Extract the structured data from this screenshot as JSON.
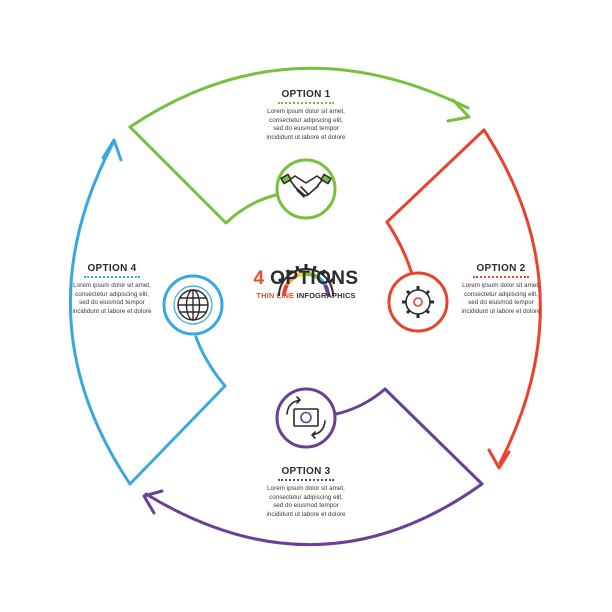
{
  "center": {
    "title_number": "4",
    "title_word": "OPTIONS",
    "subtitle_highlight": "THIN LINE",
    "subtitle_rest": "INFOGRAPHICS"
  },
  "options": [
    {
      "title": "OPTION 1",
      "icon": "handshake-icon",
      "color": "#78bf3f",
      "lines": [
        "Lorem ipsum dolor sit amet,",
        "consectetur adipiscing elit,",
        "sed do eiusmod tempor",
        "incididunt ut labore et dolore"
      ]
    },
    {
      "title": "OPTION 2",
      "icon": "gears-icon",
      "color": "#e8432e",
      "lines": [
        "Lorem ipsum dolor sit amet,",
        "consectetur adipiscing elit,",
        "sed do eiusmod tempor",
        "incididunt ut labore et dolore"
      ]
    },
    {
      "title": "OPTION 3",
      "icon": "money-exchange-icon",
      "color": "#6b3f96",
      "lines": [
        "Lorem ipsum dolor sit amet,",
        "consectetur adipiscing elit,",
        "sed do eiusmod tempor",
        "incididunt ut labore et dolore"
      ]
    },
    {
      "title": "OPTION 4",
      "icon": "globe-icon",
      "color": "#3aa8e0",
      "lines": [
        "Lorem ipsum dolor sit amet,",
        "consectetur adipiscing elit,",
        "sed do eiusmod tempor",
        "incididunt ut labore et dolore"
      ]
    }
  ],
  "gauge_colors": [
    "#e8432e",
    "#f5a623",
    "#f3d23a",
    "#78bf3f",
    "#3aa8e0",
    "#6b3f96"
  ]
}
